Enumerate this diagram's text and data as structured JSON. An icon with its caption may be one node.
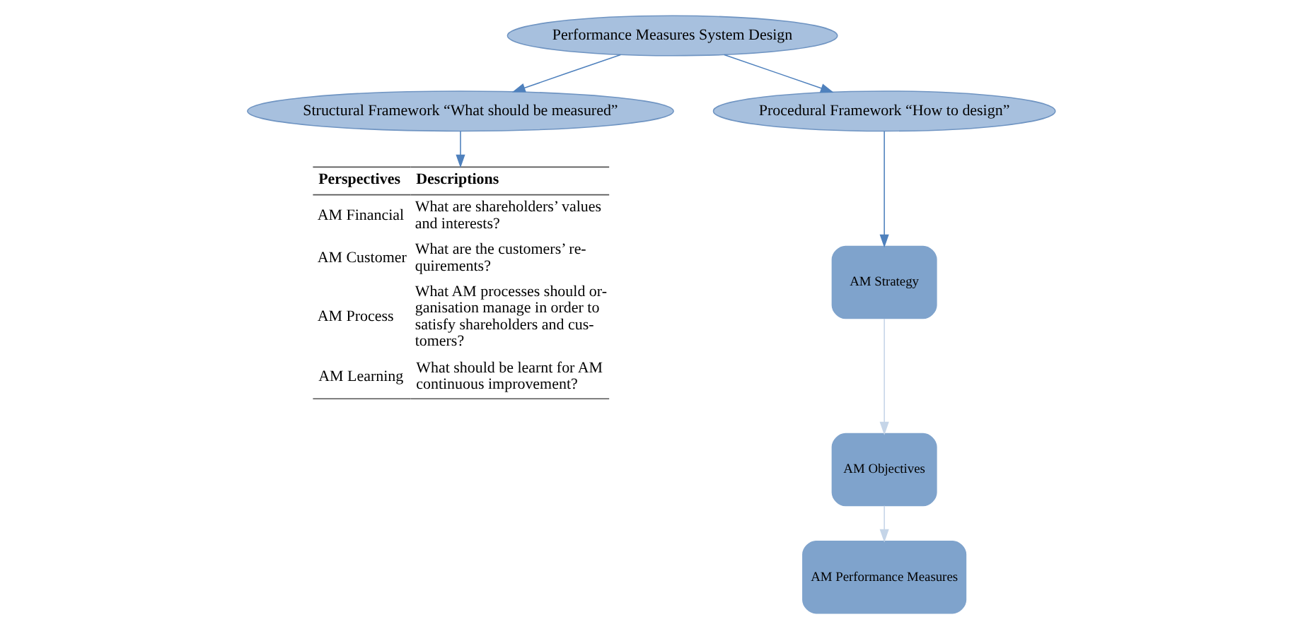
{
  "diagram": {
    "nodes": [
      {
        "text": [
          "Performance Measures System Design"
        ]
      },
      {
        "text": [
          "Structural Framework “What should be measured”"
        ]
      },
      {
        "text": [
          "Procedural Framework “How to design”"
        ]
      },
      {
        "text": [
          "Perspectives",
          "Descriptions",
          "AM Financial",
          "What are shareholders’ values and interests?",
          "AM Customer",
          "What are the customers’ re- quirements?",
          "AM Process",
          "What AM processes should or- ganisation manage in order to satisfy shareholders and cus- tomers?",
          "AM Learning",
          "What should be learnt for AM continuous improvement?"
        ]
      },
      {
        "text": [
          "AM Strategy"
        ]
      },
      {
        "text": [
          "AM Objectives"
        ]
      },
      {
        "text": [
          "AM Performance Measures"
        ]
      }
    ],
    "edges": [
      {
        "from": 0,
        "to": 1,
        "arrow": "to"
      },
      {
        "from": 0,
        "to": 2,
        "arrow": "to"
      },
      {
        "from": 1,
        "to": 3,
        "arrow": "to"
      },
      {
        "from": 2,
        "to": 4,
        "arrow": "to"
      },
      {
        "from": 4,
        "to": 5,
        "arrow": "to",
        "color": "#c5d5e8"
      },
      {
        "from": 5,
        "to": 6,
        "arrow": "to",
        "color": "#c5d5e8"
      }
    ]
  }
}
